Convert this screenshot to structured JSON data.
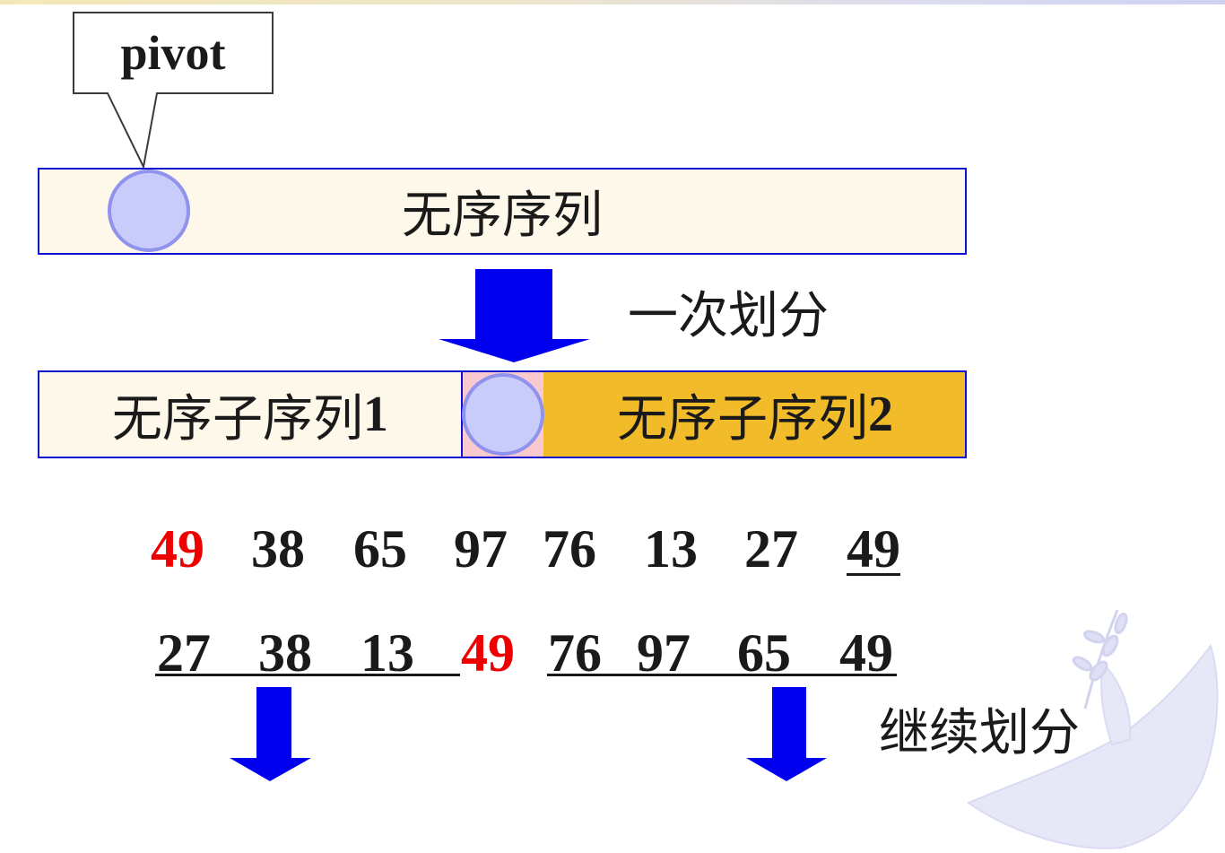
{
  "callout": {
    "label": "pivot"
  },
  "top_bar": {
    "label": "无序序列"
  },
  "partition_step": {
    "label": "一次划分"
  },
  "sub_bars": {
    "left": {
      "text": "无序子序列",
      "suffix": "1"
    },
    "right": {
      "text": "无序子序列",
      "suffix": "2"
    }
  },
  "row1": [
    "49",
    "38",
    "65",
    "97",
    "76",
    "13",
    "27",
    "49"
  ],
  "row2": [
    "27",
    "38",
    "13",
    "49",
    "76",
    "97",
    "65",
    "49"
  ],
  "continue_step": {
    "label": "继续划分"
  },
  "colors": {
    "pivot_number": "#ee0000",
    "arrow": "#0000ee",
    "bar_border": "#1010d0",
    "unsorted_fill": "#fdf8e9",
    "subsequence2_fill": "#f2bb2a",
    "pivot_slot_fill": "#f8c9cf",
    "pivot_circle_fill": "#c9cbfb"
  }
}
